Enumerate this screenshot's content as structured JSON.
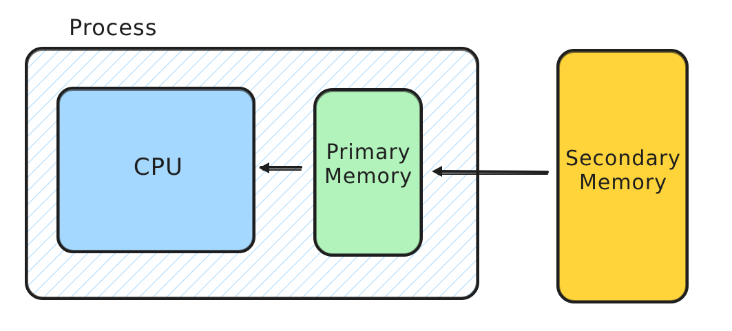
{
  "diagram": {
    "process_title": "Process",
    "cpu_label": "CPU",
    "primary_label": "Primary\nMemory",
    "secondary_label": "Secondary\nMemory"
  },
  "colors": {
    "stroke": "#1e1e1e",
    "process_hatch": "#a5d8ff",
    "cpu_fill": "#a5d8ff",
    "primary_fill": "#b2f2bb",
    "secondary_fill": "#ffd43b"
  }
}
